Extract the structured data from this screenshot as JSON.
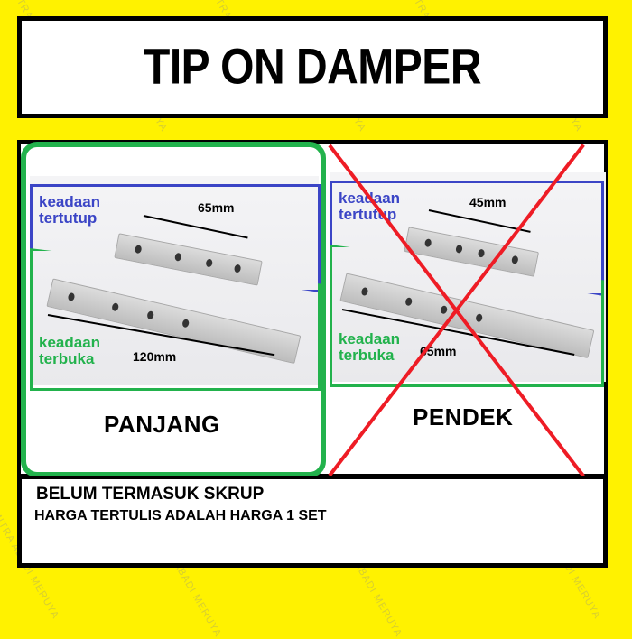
{
  "header": {
    "title": "TIP ON DAMPER"
  },
  "watermark": "MITRA ABADI MERUYA",
  "left_panel": {
    "name": "PANJANG",
    "closed_label_line1": "keadaan",
    "closed_label_line2": "tertutup",
    "closed_length": "65mm",
    "open_label_line1": "keadaan",
    "open_label_line2": "terbuka",
    "open_length": "120mm",
    "status": "selected"
  },
  "right_panel": {
    "name": "PENDEK",
    "closed_label_line1": "keadaan",
    "closed_label_line2": "tertutup",
    "closed_length": "45mm",
    "open_label_line1": "keadaan",
    "open_label_line2": "terbuka",
    "open_length": "65mm",
    "status": "crossed-out"
  },
  "notes": {
    "line1": "BELUM TERMASUK SKRUP",
    "line2": "HARGA TERTULIS ADALAH HARGA 1  SET"
  },
  "colors": {
    "background": "#fff200",
    "blue_frame": "#3b45c6",
    "green_frame": "#22b24c",
    "red_cross": "#ee1c25"
  }
}
